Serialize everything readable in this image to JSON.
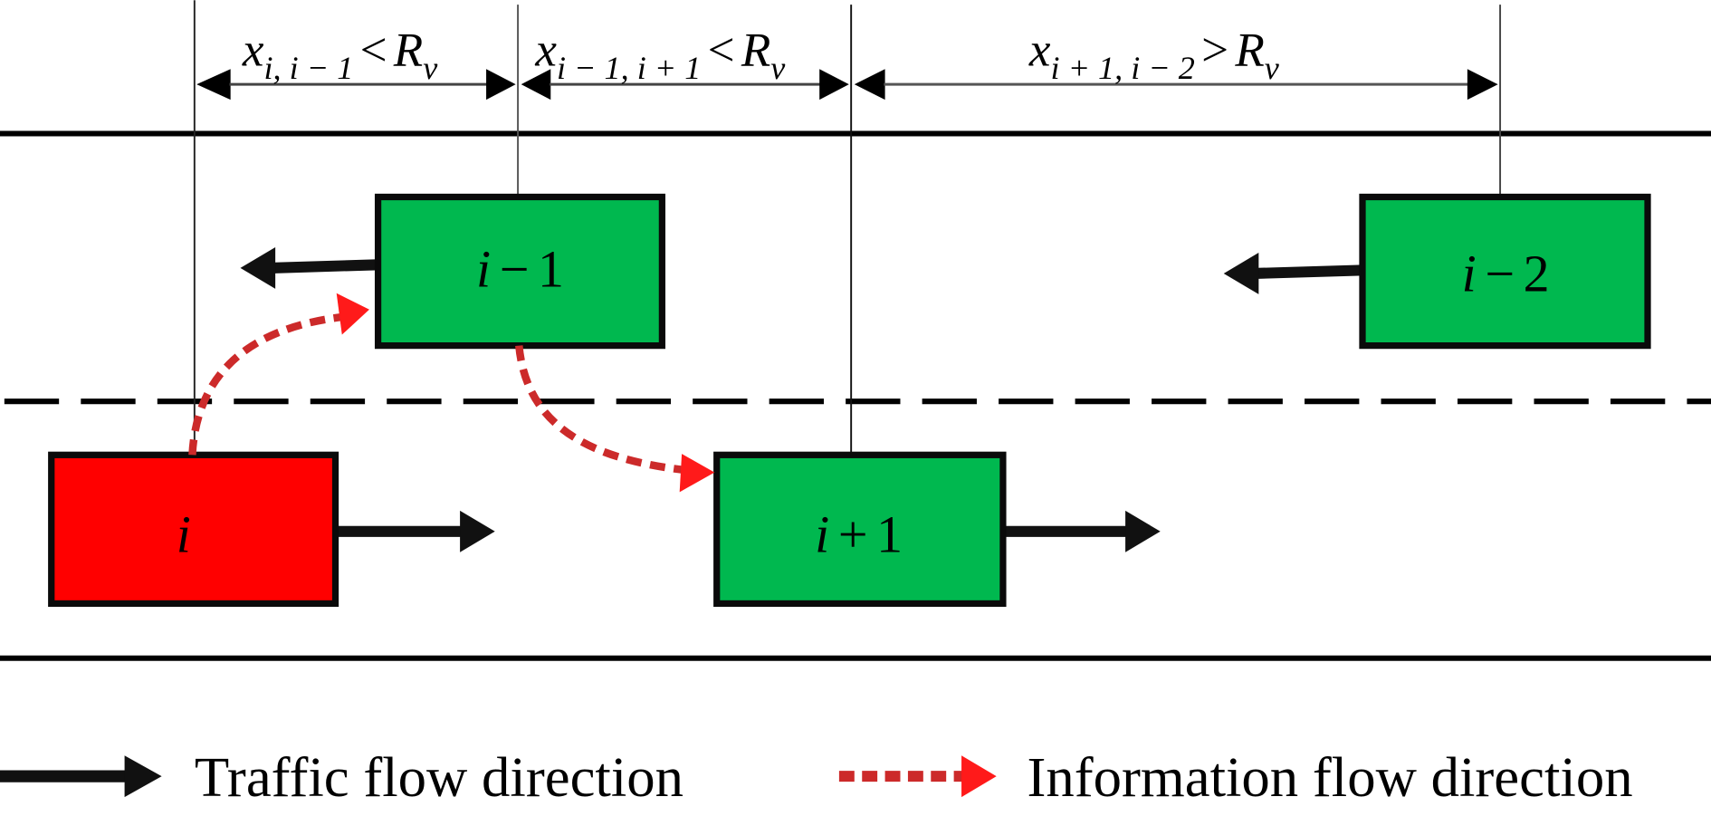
{
  "diagram": {
    "title": "Vehicle information propagation on a two-lane road",
    "colors": {
      "vehicle_source": "#ff0000",
      "vehicle_relay": "#00b84f",
      "vehicle_border": "#0a0a0a",
      "info_arrow": "#d42a2a",
      "info_arrow_head": "#ff1a1a",
      "road_line": "#000000"
    },
    "vehicles": [
      {
        "id": "i",
        "label": "i",
        "label_var": "i",
        "label_op": "",
        "label_num": "",
        "role": "source",
        "lane": "lower",
        "direction": "right"
      },
      {
        "id": "i-1",
        "label": "i − 1",
        "label_var": "i",
        "label_op": "−",
        "label_num": "1",
        "role": "relay",
        "lane": "upper",
        "direction": "left"
      },
      {
        "id": "i+1",
        "label": "i + 1",
        "label_var": "i",
        "label_op": "+",
        "label_num": "1",
        "role": "relay",
        "lane": "lower",
        "direction": "right"
      },
      {
        "id": "i-2",
        "label": "i − 2",
        "label_var": "i",
        "label_op": "−",
        "label_num": "2",
        "role": "out-of-range",
        "lane": "upper",
        "direction": "left"
      }
    ],
    "distances": [
      {
        "from": "i",
        "to": "i-1",
        "x": "x",
        "sub": "i, i − 1",
        "relation": "<",
        "R": "R",
        "R_sub": "v"
      },
      {
        "from": "i-1",
        "to": "i+1",
        "x": "x",
        "sub": "i − 1, i + 1",
        "relation": "<",
        "R": "R",
        "R_sub": "v"
      },
      {
        "from": "i+1",
        "to": "i-2",
        "x": "x",
        "sub": "i + 1, i − 2",
        "relation": ">",
        "R": "R",
        "R_sub": "v"
      }
    ],
    "info_flows": [
      {
        "from": "i",
        "to": "i-1"
      },
      {
        "from": "i-1",
        "to": "i+1"
      }
    ],
    "legend": [
      {
        "key": "traffic",
        "label": "Traffic flow direction",
        "style": "solid-black-arrow"
      },
      {
        "key": "info",
        "label": "Information flow direction",
        "style": "dashed-red-arrow"
      }
    ]
  }
}
